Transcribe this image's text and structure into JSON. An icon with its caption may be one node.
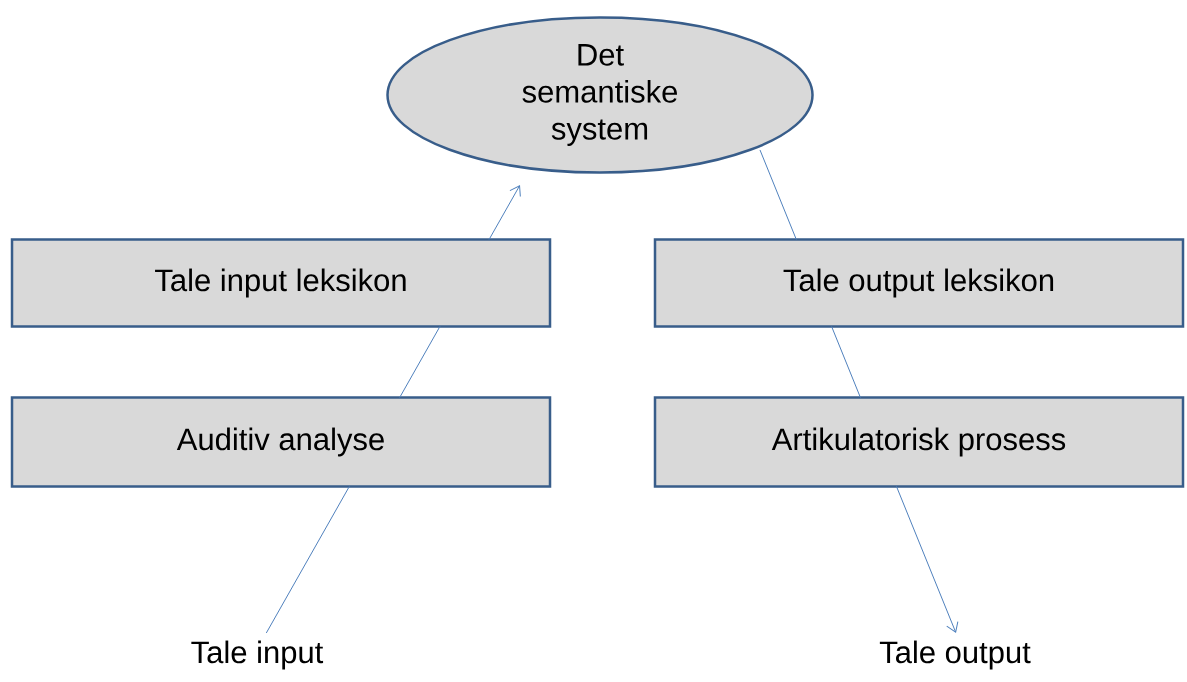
{
  "diagram": {
    "nodes": [
      {
        "text": [
          "Det semantiske system"
        ]
      },
      {
        "text": [
          "Tale input leksikon"
        ]
      },
      {
        "text": [
          "Tale output leksikon"
        ]
      },
      {
        "text": [
          "Auditiv analyse"
        ]
      },
      {
        "text": [
          "Artikulatorisk prosess"
        ]
      },
      {
        "text": [
          "Tale input"
        ]
      },
      {
        "text": [
          "Tale output"
        ]
      }
    ],
    "edges": [
      {
        "from": 5,
        "to": 3,
        "arrow": "none"
      },
      {
        "from": 3,
        "to": 1,
        "arrow": "none"
      },
      {
        "from": 1,
        "to": 0,
        "arrow": "to"
      },
      {
        "from": 0,
        "to": 2,
        "arrow": "none"
      },
      {
        "from": 2,
        "to": 4,
        "arrow": "none"
      },
      {
        "from": 4,
        "to": 6,
        "arrow": "to"
      }
    ]
  }
}
